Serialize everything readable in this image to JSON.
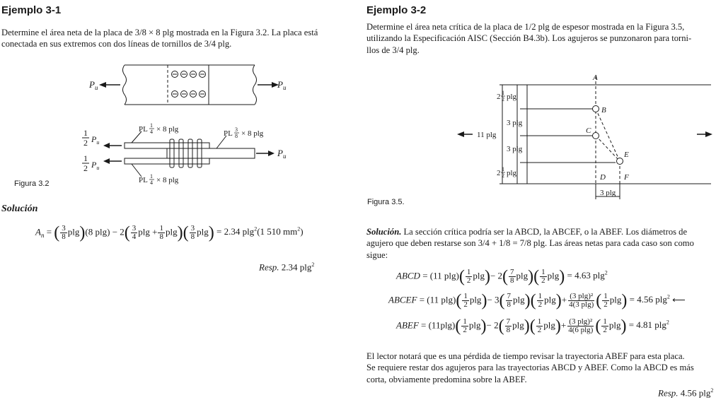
{
  "left": {
    "heading": "Ejemplo 3-1",
    "statement_line1": "Determine el área neta de la placa de 3/8 × 8 plg mostrada en la Figura 3.2. La placa está",
    "statement_line2": "conectada en sus extremos con dos líneas de tornillos de 3/4 plg.",
    "figure_caption": "Figura 3.2",
    "fig": {
      "pu": "P",
      "pu_sub": "u",
      "half": "1",
      "half_den": "2",
      "pl_top": "PL",
      "pl_top_num": "1",
      "pl_top_den": "4",
      "pl_top_rest": "× 8 plg",
      "pl_mid": "PL",
      "pl_mid_num": "3",
      "pl_mid_den": "8",
      "pl_mid_rest": "× 8 plg",
      "pl_bot": "PL",
      "pl_bot_num": "1",
      "pl_bot_den": "4",
      "pl_bot_rest": "× 8 plg"
    },
    "solution_label": "Solución",
    "equation": {
      "lhs": "A",
      "lhs_sub": "n",
      "eq": "=",
      "f1_num": "3",
      "f1_den": "8",
      "u1": "plg",
      "t2": "(8 plg) − 2",
      "f2_num": "3",
      "f2_den": "4",
      "u2": "plg +",
      "f3_num": "1",
      "f3_den": "8",
      "u3": "plg",
      "f4_num": "3",
      "f4_den": "8",
      "u4": "plg",
      "result": "= 2.34 plg",
      "result_exp": "2",
      "result_mm": "(1 510 mm",
      "result_mm_exp": "2",
      "result_close": ")"
    },
    "answer": "Resp.",
    "answer_value": "2.34 plg",
    "answer_exp": "2"
  },
  "right": {
    "heading": "Ejemplo 3-2",
    "statement_line1": "Determine el área neta crítica de la placa de 1/2 plg de espesor mostrada en la Figura 3.5,",
    "statement_line2": "utilizando la Especificación AISC (Sección B4.3b). Los agujeros se punzonaron para torni-",
    "statement_line3": "llos de 3/4 plg.",
    "figure_caption": "Figura 3.5.",
    "fig": {
      "pt_a": "A",
      "pt_b": "B",
      "pt_c": "C",
      "pt_d": "D",
      "pt_e": "E",
      "pt_f": "F",
      "dim_total": "11 plg",
      "dim_1_whole": "2",
      "dim_1_num": "1",
      "dim_1_den": "2",
      "dim_1_unit": "plg",
      "dim_2": "3 plg",
      "dim_3": "3 plg",
      "dim_4_whole": "2",
      "dim_4_num": "1",
      "dim_4_den": "2",
      "dim_4_unit": "plg",
      "dim_bottom": "3 plg"
    },
    "solution_label": "Solución.",
    "solution_line1": " La sección crítica podría ser la ABCD, la ABCEF, o la ABEF. Los diámetros de",
    "solution_line2": "agujero que deben restarse son 3/4 + 1/8 = 7/8 plg. Las áreas netas para cada caso son como",
    "solution_line3": "sigue:",
    "eq1": {
      "lhs": "ABCD",
      "t1": "= (11 plg)",
      "a_num": "1",
      "a_den": "2",
      "a_u": "plg",
      "t2": "− 2",
      "b_num": "7",
      "b_den": "8",
      "b_u": "plg",
      "c_num": "1",
      "c_den": "2",
      "c_u": "plg",
      "res": "= 4.63 plg",
      "res_exp": "2"
    },
    "eq2": {
      "lhs": "ABCEF",
      "t1": "= (11 plg)",
      "a_num": "1",
      "a_den": "2",
      "a_u": "plg",
      "t2": "− 3",
      "b_num": "7",
      "b_den": "8",
      "b_u": "plg",
      "c_num": "1",
      "c_den": "2",
      "c_u": "plg",
      "plus": "+",
      "s_num": "(3 plg)²",
      "s_den": "4(3 plg)",
      "d_num": "1",
      "d_den": "2",
      "d_u": "plg",
      "res": "= 4.56 plg",
      "res_exp": "2",
      "arrow": "⟵"
    },
    "eq3": {
      "lhs": "ABEF",
      "t1": "= (11plg)",
      "a_num": "1",
      "a_den": "2",
      "a_u": "plg",
      "t2": "− 2",
      "b_num": "7",
      "b_den": "8",
      "b_u": "plg",
      "c_num": "1",
      "c_den": "2",
      "c_u": "plg",
      "plus": "+",
      "s_num": "(3 plg)²",
      "s_den": "4(6 plg)",
      "d_num": "1",
      "d_den": "2",
      "d_u": "plg",
      "res": "= 4.81 plg",
      "res_exp": "2"
    },
    "closing_line1": "El lector notará que es una pérdida de tiempo revisar la trayectoria ABEF para esta placa.",
    "closing_line2": "Se requiere restar dos agujeros para las trayectorias ABCD y ABEF. Como la ABCD es más",
    "closing_line3": "corta, obviamente predomina sobre la ABEF.",
    "answer": "Resp.",
    "answer_value": "4.56 plg",
    "answer_exp": "2"
  }
}
